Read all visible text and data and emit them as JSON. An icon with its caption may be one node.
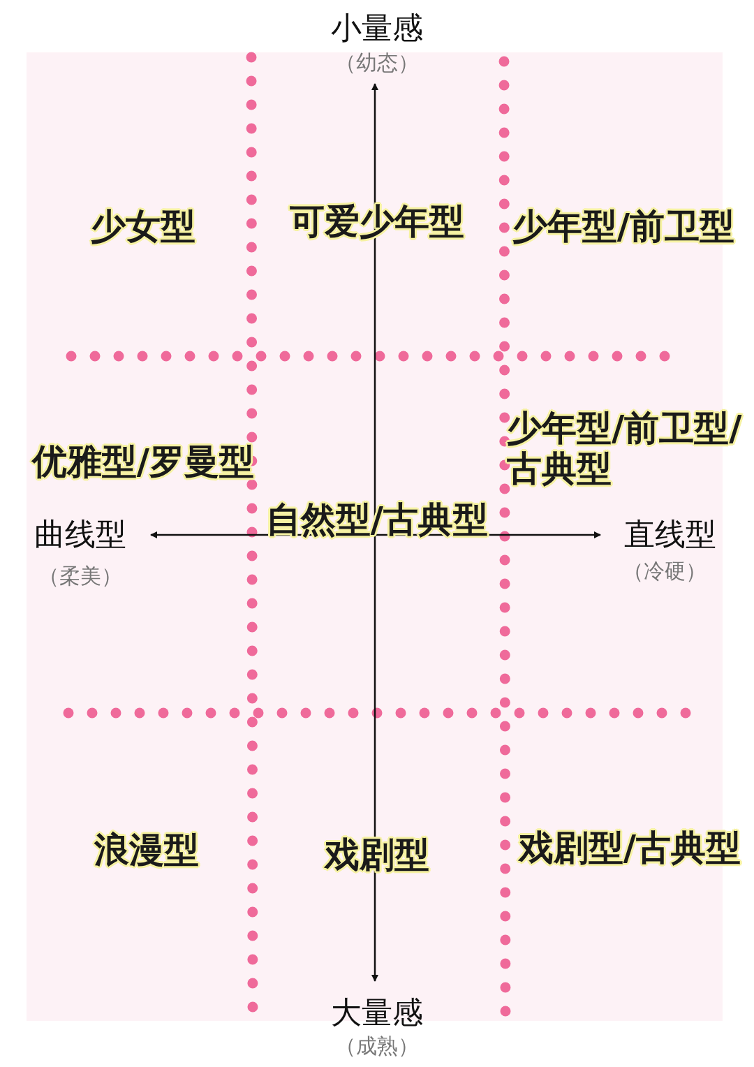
{
  "diagram": {
    "labels": [
      "小量感",
      "（幼态）",
      "少女型",
      "可爱少年型",
      "少年型/前卫型",
      "优雅型/罗曼型",
      "少年型/前卫型/古典型",
      "曲线型",
      "自然型/古典型",
      "直线型",
      "（柔美）",
      "（冷硬）",
      "浪漫型",
      "戏剧型",
      "戏剧型/古典型",
      "大量感",
      "（成熟）"
    ]
  }
}
